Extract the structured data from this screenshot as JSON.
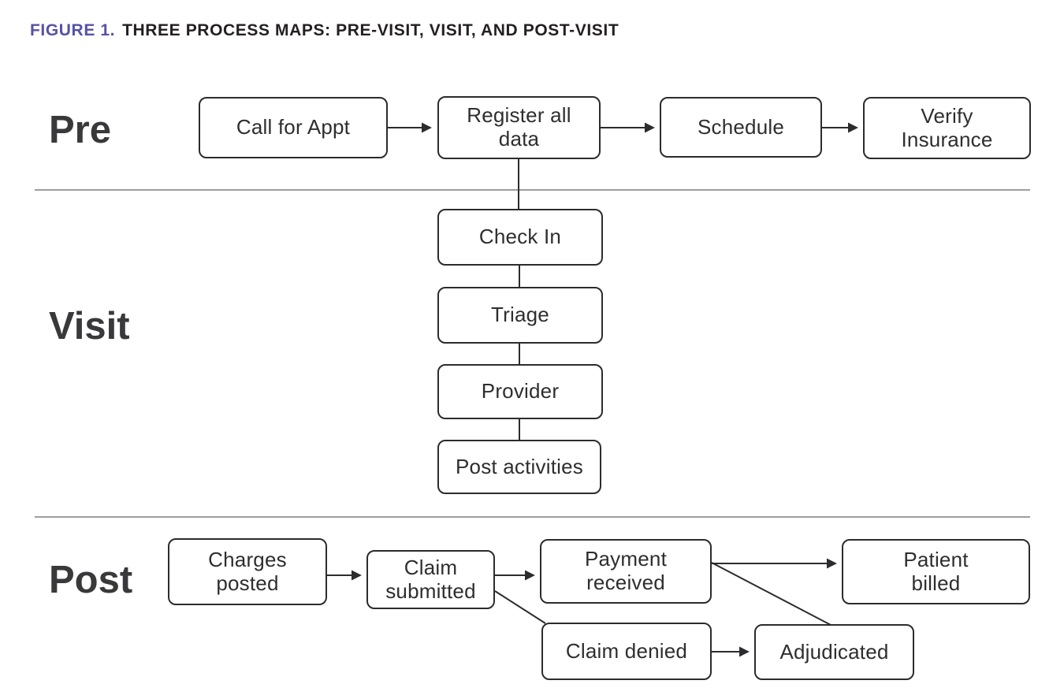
{
  "title": {
    "figure_label": "FIGURE 1.",
    "text": "THREE PROCESS MAPS: PRE-VISIT, VISIT, AND POST-VISIT"
  },
  "colors": {
    "figure_label_purple": "#5652a5",
    "title_black": "#242022",
    "box_border": "#2c2c2e",
    "box_text": "#2e2e30",
    "section_label_gray": "#39393b",
    "divider_gray": "#9e9e9e",
    "connector": "#2c2c2e",
    "background": "#ffffff"
  },
  "sections": {
    "pre": {
      "label": "Pre",
      "boxes": [
        {
          "label": "Call for Appt"
        },
        {
          "label": "Register all data"
        },
        {
          "label": "Schedule"
        },
        {
          "label": "Verify Insurance"
        }
      ]
    },
    "visit": {
      "label": "Visit",
      "boxes": [
        {
          "label": "Check In"
        },
        {
          "label": "Triage"
        },
        {
          "label": "Provider"
        },
        {
          "label": "Post activities"
        }
      ]
    },
    "post": {
      "label": "Post",
      "boxes": [
        {
          "label": "Charges posted"
        },
        {
          "label": "Claim submitted"
        },
        {
          "label": "Payment received"
        },
        {
          "label": "Patient billed"
        },
        {
          "label": "Claim denied"
        },
        {
          "label": "Adjudicated"
        }
      ]
    }
  }
}
